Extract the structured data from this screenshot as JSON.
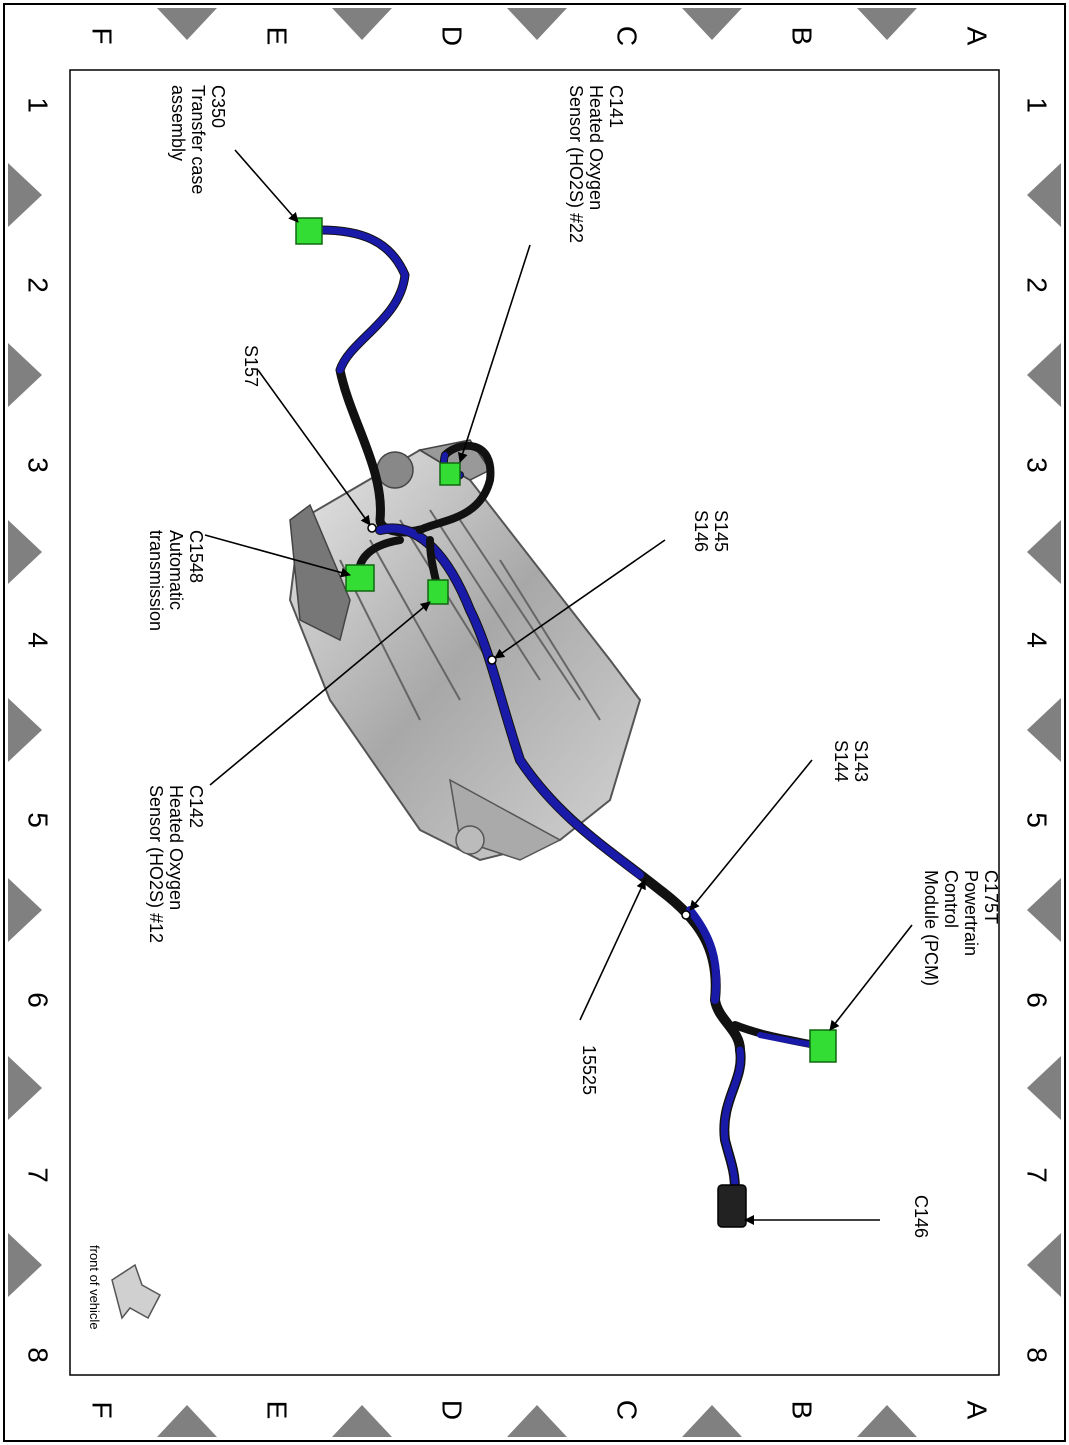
{
  "grid": {
    "rows": [
      "A",
      "B",
      "C",
      "D",
      "E",
      "F"
    ],
    "cols": [
      "1",
      "2",
      "3",
      "4",
      "5",
      "6",
      "7",
      "8"
    ]
  },
  "callouts": {
    "c350": [
      "C350",
      "Transfer case",
      "assembly"
    ],
    "c141": [
      "C141",
      "Heated Oxygen",
      "Sensor (HO2S) #22"
    ],
    "s157": [
      "S157"
    ],
    "s145": [
      "S145",
      "S146"
    ],
    "c1548": [
      "C1548",
      "Automatic",
      "transmission"
    ],
    "c142": [
      "C142",
      "Heated Oxygen",
      "Sensor (HO2S) #12"
    ],
    "s143": [
      "S143",
      "S144"
    ],
    "c175t": [
      "C175T",
      "Powertrain",
      "Control",
      "Module (PCM)"
    ],
    "harness": [
      "15525"
    ],
    "c146": [
      "C146"
    ]
  },
  "orientation": {
    "label": "front of vehicle"
  },
  "colors": {
    "harness_blue": "#1a1aa8",
    "harness_black": "#111111",
    "connector_green": "#33dd33",
    "marker_gray": "#808080",
    "housing_gray": "#b8b8b8"
  }
}
